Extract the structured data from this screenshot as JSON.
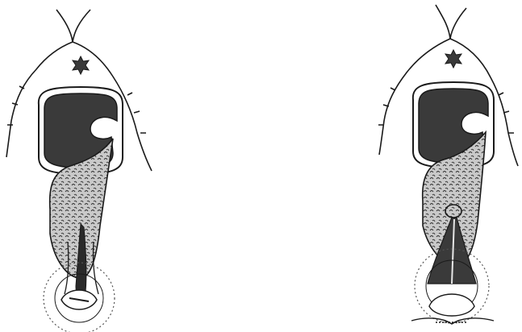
{
  "figure": {
    "panels": [
      {
        "id": "before",
        "icons": [
          "outline-anatomy",
          "rectum-lumen",
          "fistula-tract",
          "cut-open-sphincter"
        ]
      },
      {
        "id": "after",
        "icons": [
          "outline-anatomy",
          "rectum-lumen",
          "fistula-tract",
          "suture-loop",
          "seton-ligature"
        ]
      }
    ],
    "colors": {
      "ink": "#1a1a1a",
      "dark_fill": "#3a3a3a",
      "gray_fill": "#bdbdbd",
      "light_fill": "#e6e6e6",
      "dotted": "#555555"
    }
  }
}
